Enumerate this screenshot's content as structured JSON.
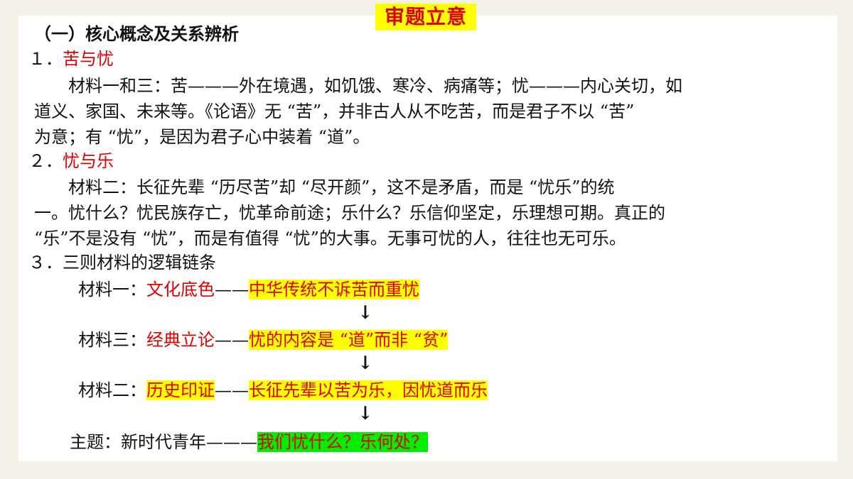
{
  "banner": "审题立意",
  "section_title": "（一）核心概念及关系辨析",
  "item1": {
    "num": "１．",
    "title": "苦与忧"
  },
  "para1": [
    "材料一和三：苦———外在境遇，如饥饿、寒冷、病痛等；忧———内心关切，如",
    "道义、家国、未来等。《论语》无 “苦”，并非古人从不吃苦，而是君子不以 “苦”",
    "为意；有 “忧”，是因为君子心中装着 “道”。"
  ],
  "item2": {
    "num": "２．",
    "title": "忧与乐"
  },
  "para2": [
    "材料二：长征先辈 “历尽苦”却 “尽开颜”，这不是矛盾，而是 “忧乐”的统",
    "一。忧什么？忧民族存亡，忧革命前途；乐什么？乐信仰坚定，乐理想可期。真正的",
    "“乐”不是没有 “忧”，而是有值得 “忧”的大事。无事可忧的人，往往也无可乐。"
  ],
  "item3": {
    "num": "３．",
    "title": "三则材料的逻辑链条"
  },
  "chain": [
    {
      "label": "材料一：",
      "term": "文化底色",
      "dash": "——",
      "desc": "中华传统不诉苦而重忧"
    },
    {
      "label": "材料三：",
      "term": "经典立论",
      "dash": "——",
      "desc": "忧的内容是 “道”而非 “贫”"
    },
    {
      "label": "材料二：",
      "term": "历史印证",
      "dash": "——",
      "desc": "长征先辈以苦为乐，因忧道而乐"
    }
  ],
  "theme": {
    "label": "主题：新时代青年",
    "dash": "———",
    "desc": "我们忧什么？乐何处？"
  },
  "arrow": "↓"
}
